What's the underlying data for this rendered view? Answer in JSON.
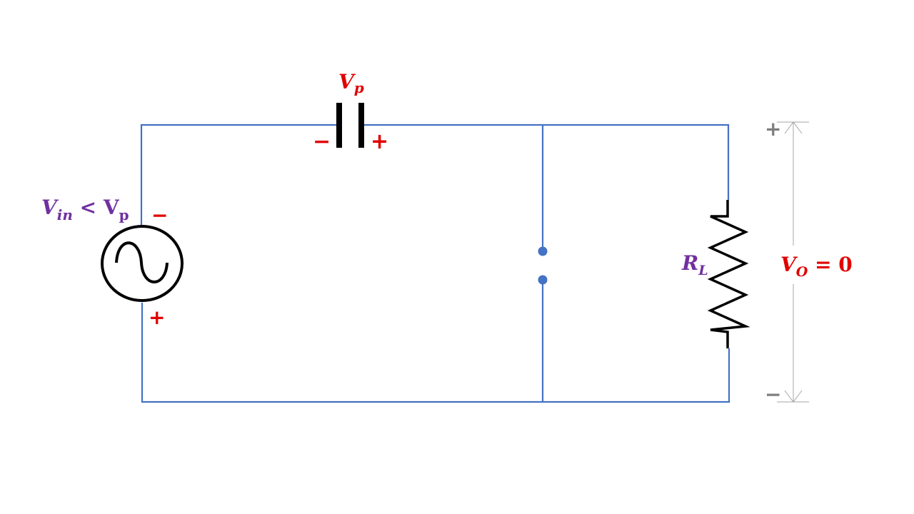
{
  "colors": {
    "wire": "#4472c4",
    "component": "#000000",
    "label_red": "#e00000",
    "label_purple": "#7030a0",
    "dimension_gray": "#a6a6a6",
    "dimension_sign": "#7f7f7f",
    "node": "#4472c4"
  },
  "capacitor": {
    "label_main": "V",
    "label_sub": "p",
    "neg_sign": "−",
    "pos_sign": "+"
  },
  "source": {
    "label_main": "V",
    "label_sub": "in",
    "label_rest": " < V",
    "label_rest_sub": "p",
    "top_sign": "−",
    "bottom_sign": "+",
    "icon": "ac-source-icon"
  },
  "resistor": {
    "label_main": "R",
    "label_sub": "L"
  },
  "output": {
    "label_main": "V",
    "label_sub": "O",
    "label_rest": " = 0",
    "top_sign": "+",
    "bottom_sign": "−"
  }
}
